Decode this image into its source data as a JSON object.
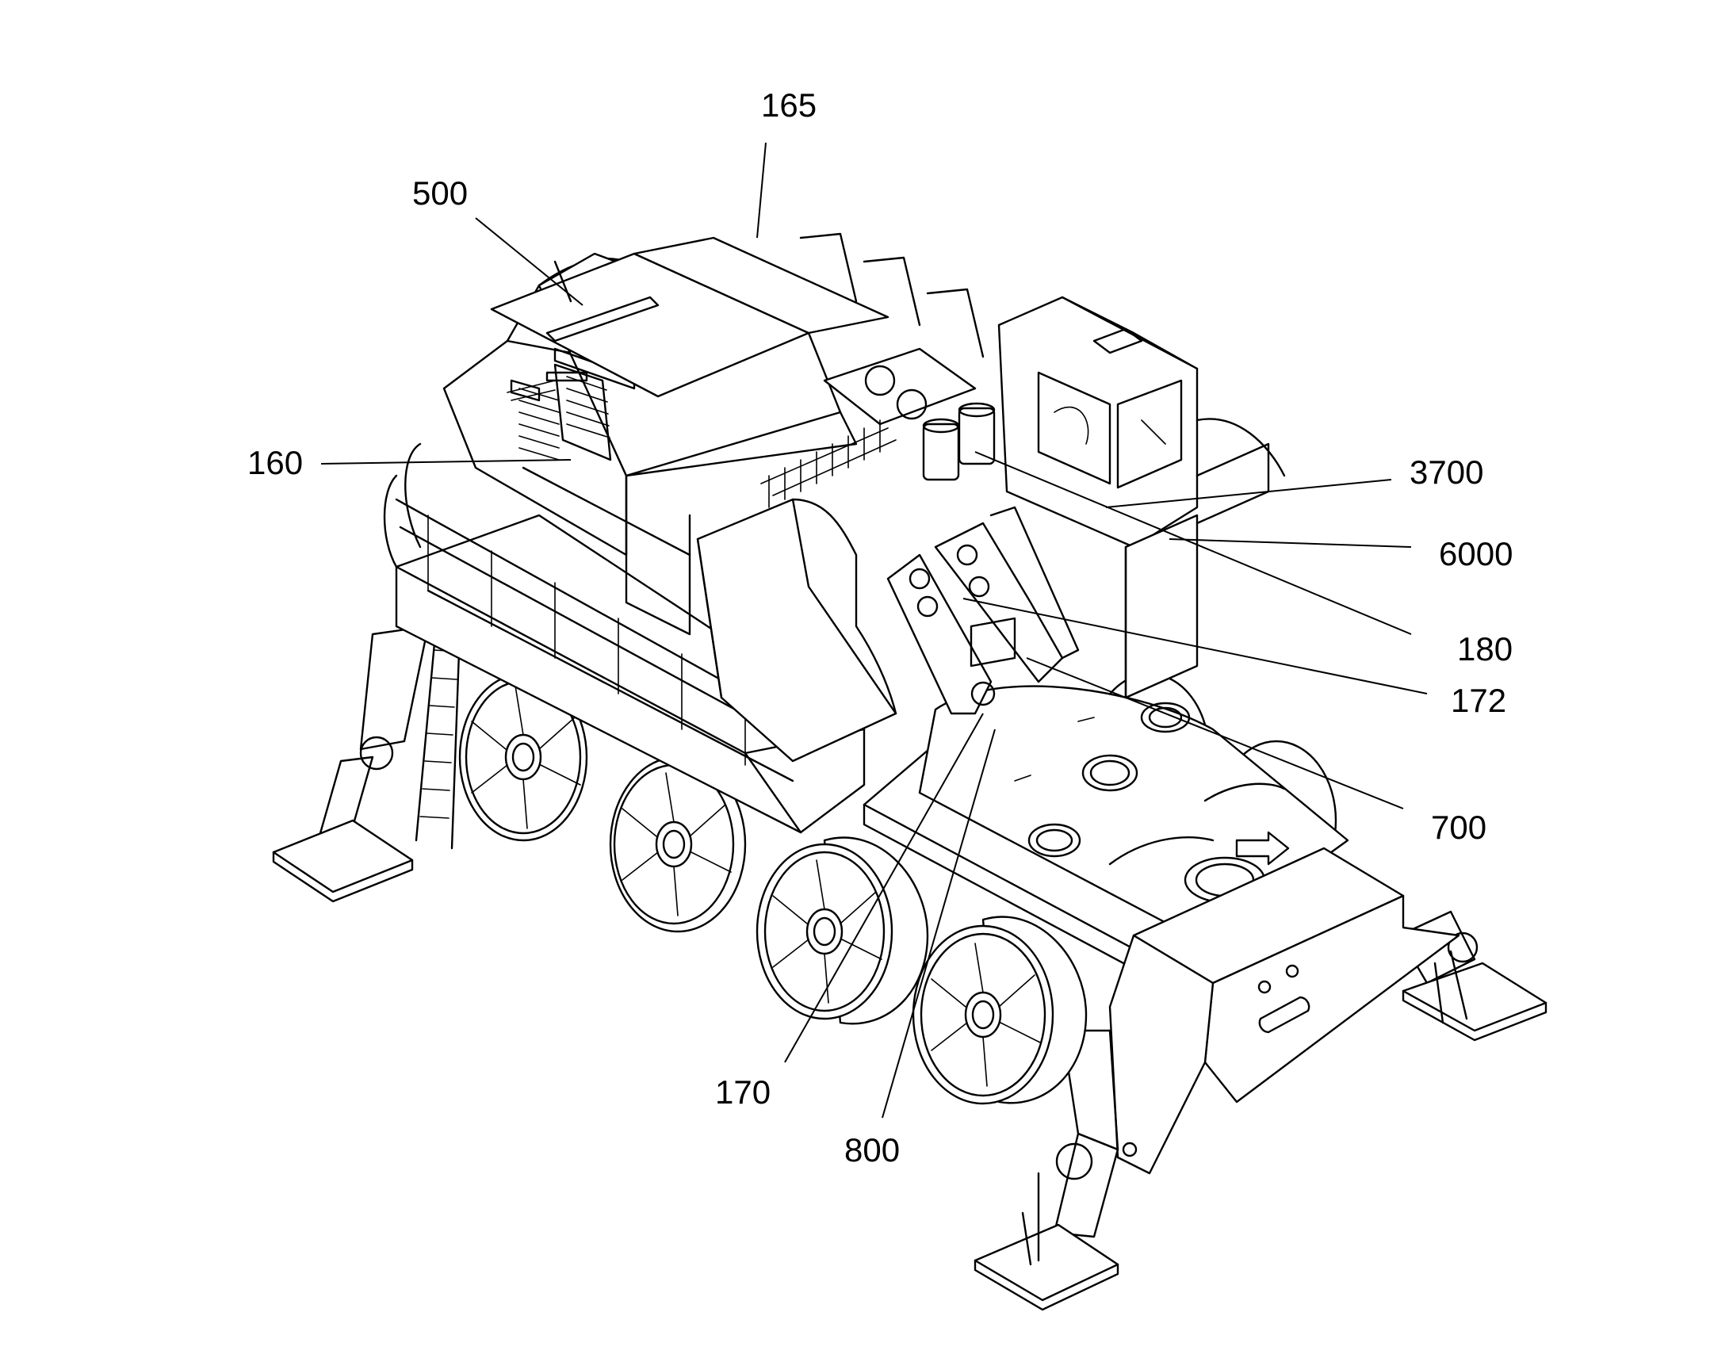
{
  "figure": {
    "labels": {
      "l165": "165",
      "l500": "500",
      "l160": "160",
      "l3700": "3700",
      "l6000": "6000",
      "l180": "180",
      "l172": "172",
      "l700": "700",
      "l170": "170",
      "l800": "800"
    }
  }
}
